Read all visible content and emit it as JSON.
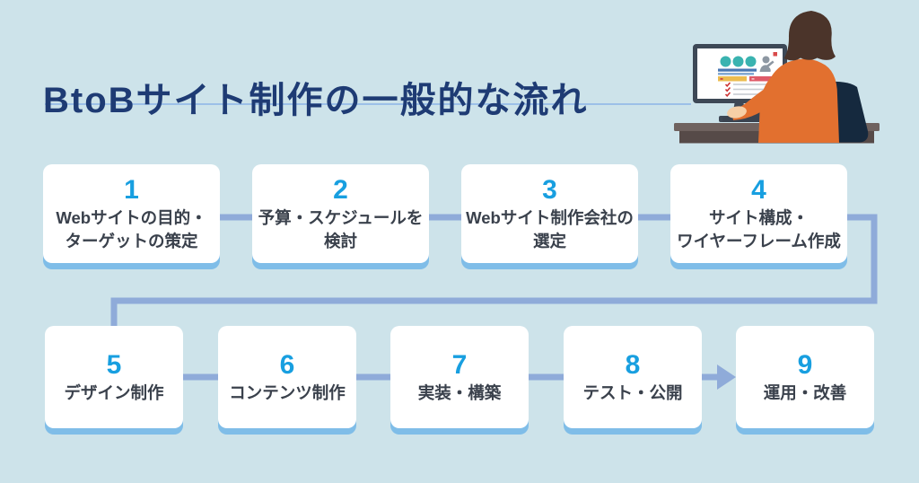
{
  "header": {
    "title": "BtoBサイト制作の一般的な流れ"
  },
  "steps": [
    {
      "number": "1",
      "label": "Webサイトの目的・\nターゲットの策定"
    },
    {
      "number": "2",
      "label": "予算・スケジュールを\n検討"
    },
    {
      "number": "3",
      "label": "Webサイト制作会社の\n選定"
    },
    {
      "number": "4",
      "label": "サイト構成・\nワイヤーフレーム作成"
    },
    {
      "number": "5",
      "label": "デザイン制作"
    },
    {
      "number": "6",
      "label": "コンテンツ制作"
    },
    {
      "number": "7",
      "label": "実装・構築"
    },
    {
      "number": "8",
      "label": "テスト・公開"
    },
    {
      "number": "9",
      "label": "運用・改善"
    }
  ],
  "illustration": {
    "name": "woman-working-at-computer-illustration"
  },
  "colors": {
    "background": "#cde3ea",
    "title": "#1e3b74",
    "underline": "#9cc0e8",
    "box_bg": "#ffffff",
    "box_shadow": "#7fbde8",
    "connector": "#8fabd9",
    "step_number": "#189fe0",
    "step_text": "#3a414c",
    "monitor": "#3d4856",
    "desk_top": "#6f625f",
    "desk_front": "#564a48",
    "chair": "#15293e",
    "hair": "#4b342a",
    "sweater": "#e2702f",
    "skin": "#f6cfa6",
    "screen_teal": "#3ab3b0",
    "screen_blue": "#4877b3",
    "screen_yellow": "#ecbc50",
    "screen_red": "#d94a4a",
    "screen_orange": "#f49a3b"
  }
}
